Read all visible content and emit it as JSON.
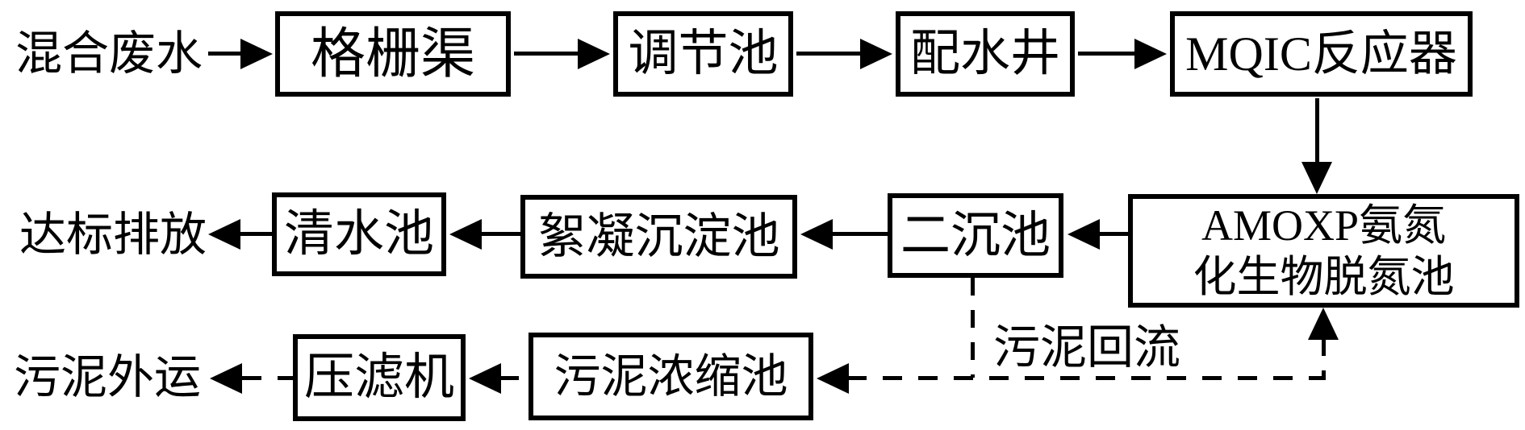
{
  "diagram": {
    "type": "process-flow",
    "colors": {
      "foreground": "#000000",
      "background": "#ffffff"
    },
    "nodes": {
      "source_label": "混合废水",
      "grid_channel": "格栅渠",
      "regulating_tank": "调节池",
      "distribution_well": "配水井",
      "mqic_reactor": "MQIC反应器",
      "amoxp_line1": "AMOXP氨氮",
      "amoxp_line2": "化生物脱氮池",
      "secondary_clarifier": "二沉池",
      "flocculation_tank": "絮凝沉淀池",
      "clean_water_tank": "清水池",
      "discharge_label": "达标排放",
      "sludge_thickening_tank": "污泥浓缩池",
      "filter_press": "压滤机",
      "sludge_out_label": "污泥外运",
      "sludge_return_label": "污泥回流"
    },
    "flows": [
      {
        "from": "混合废水",
        "to": "格栅渠",
        "style": "solid"
      },
      {
        "from": "格栅渠",
        "to": "调节池",
        "style": "solid"
      },
      {
        "from": "调节池",
        "to": "配水井",
        "style": "solid"
      },
      {
        "from": "配水井",
        "to": "MQIC反应器",
        "style": "solid"
      },
      {
        "from": "MQIC反应器",
        "to": "AMOXP氨氮化生物脱氮池",
        "style": "solid"
      },
      {
        "from": "AMOXP氨氮化生物脱氮池",
        "to": "二沉池",
        "style": "solid"
      },
      {
        "from": "二沉池",
        "to": "絮凝沉淀池",
        "style": "solid"
      },
      {
        "from": "絮凝沉淀池",
        "to": "清水池",
        "style": "solid"
      },
      {
        "from": "清水池",
        "to": "达标排放",
        "style": "solid"
      },
      {
        "from": "二沉池",
        "to": "污泥浓缩池",
        "style": "dashed"
      },
      {
        "from": "二沉池",
        "to": "AMOXP氨氮化生物脱氮池",
        "style": "dashed",
        "label": "污泥回流"
      },
      {
        "from": "污泥浓缩池",
        "to": "压滤机",
        "style": "dashed"
      },
      {
        "from": "压滤机",
        "to": "污泥外运",
        "style": "dashed"
      }
    ]
  }
}
